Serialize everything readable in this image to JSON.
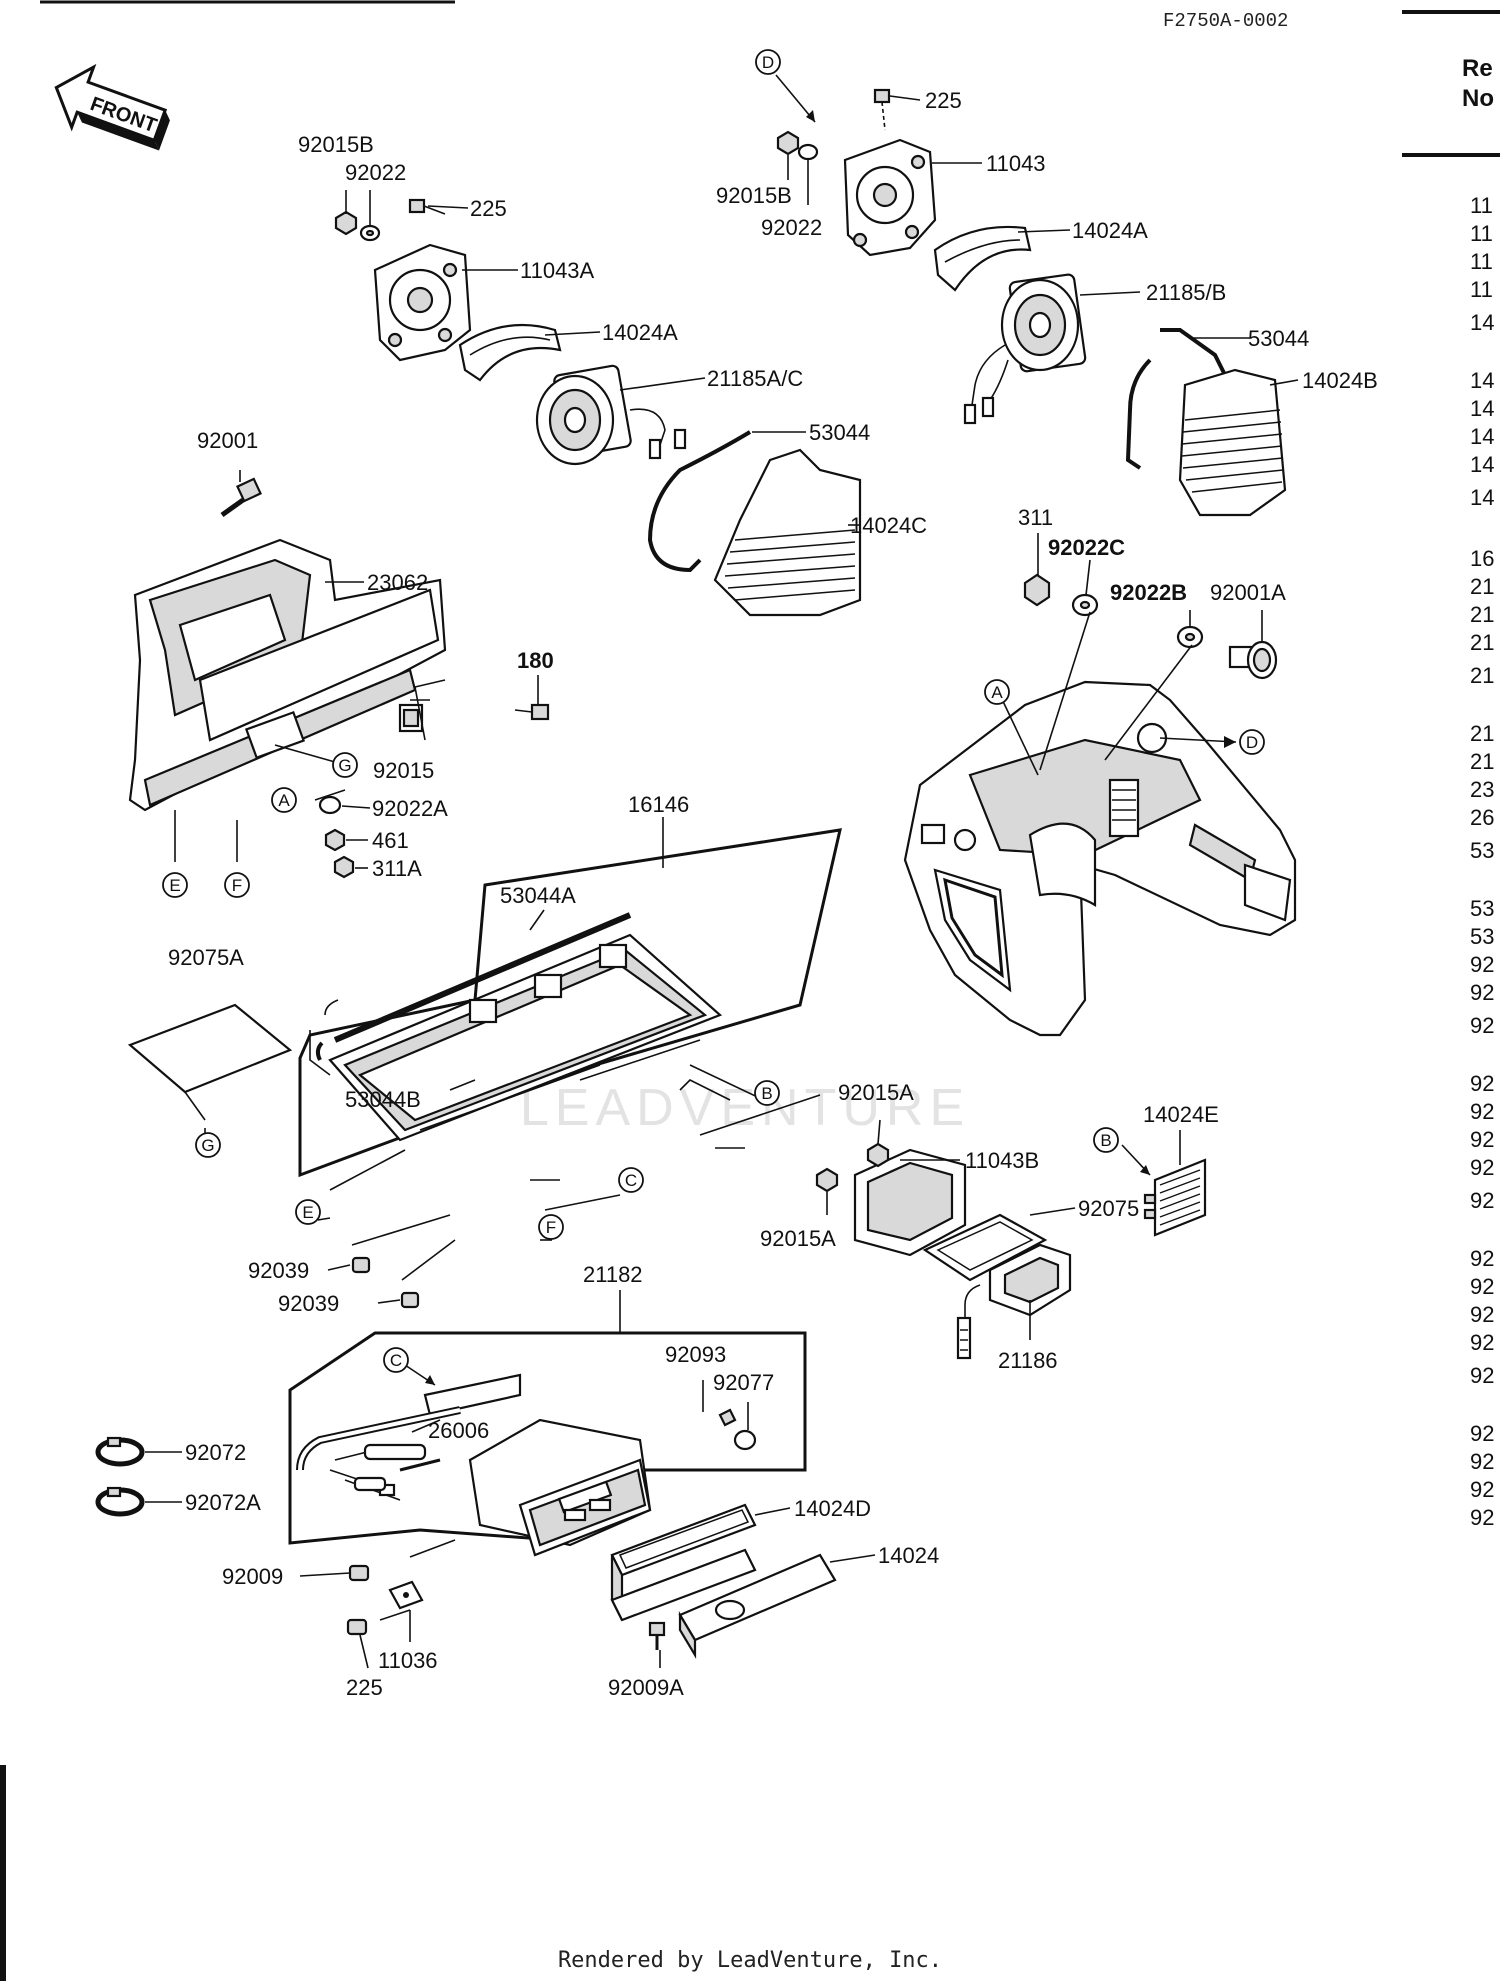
{
  "drawing_code": "F2750A-0002",
  "front_arrow": "FRONT",
  "footer": "Rendered by LeadVenture, Inc.",
  "watermark": "LEADVENTURE",
  "ref_table": {
    "header_line1": "Re",
    "header_line2": "No",
    "rows": [
      "11",
      "11",
      "11",
      "11",
      "14",
      "14",
      "14",
      "14",
      "14",
      "14",
      "16",
      "21",
      "21",
      "21",
      "21",
      "21",
      "21",
      "23",
      "26",
      "53",
      "53",
      "53",
      "92",
      "92",
      "92",
      "92",
      "92",
      "92",
      "92",
      "92",
      "92",
      "92",
      "92",
      "92",
      "92",
      "92",
      "92",
      "92",
      "92"
    ]
  },
  "labels": {
    "p92015B_l": "92015B",
    "p92022_l": "92022",
    "p225_l": "225",
    "p11043A": "11043A",
    "p14024A_l": "14024A",
    "p21185AC": "21185A/C",
    "p53044_l": "53044",
    "p14024C": "14024C",
    "p92001": "92001",
    "p23062": "23062",
    "p180": "180",
    "p92015": "92015",
    "p92022A": "92022A",
    "p461": "461",
    "p311A": "311A",
    "p16146": "16146",
    "p53044A": "53044A",
    "p53044B": "53044B",
    "p92075A": "92075A",
    "p92039a": "92039",
    "p92039b": "92039",
    "p225_r": "225",
    "p11043": "11043",
    "p92015B_r": "92015B",
    "p92022_r": "92022",
    "p14024A_r": "14024A",
    "p21185B": "21185/B",
    "p53044_r": "53044",
    "p14024B": "14024B",
    "p311": "311",
    "p92022C": "92022C",
    "p92022B": "92022B",
    "p92001A": "92001A",
    "p92015A_a": "92015A",
    "p11043B": "11043B",
    "p92075": "92075",
    "p92015A_b": "92015A",
    "p21186": "21186",
    "p14024E": "14024E",
    "p21182": "21182",
    "p92093": "92093",
    "p92077": "92077",
    "p26006": "26006",
    "p92072": "92072",
    "p92072A": "92072A",
    "p14024D": "14024D",
    "p14024": "14024",
    "p92009": "92009",
    "p11036": "11036",
    "p225_b": "225",
    "p92009A": "92009A"
  },
  "callouts": {
    "A1": "A",
    "A2": "A",
    "B1": "B",
    "B2": "B",
    "C1": "C",
    "C2": "C",
    "D1": "D",
    "D2": "D",
    "E1": "E",
    "E2": "E",
    "F1": "F",
    "F2": "F",
    "G1": "G",
    "G2": "G"
  }
}
